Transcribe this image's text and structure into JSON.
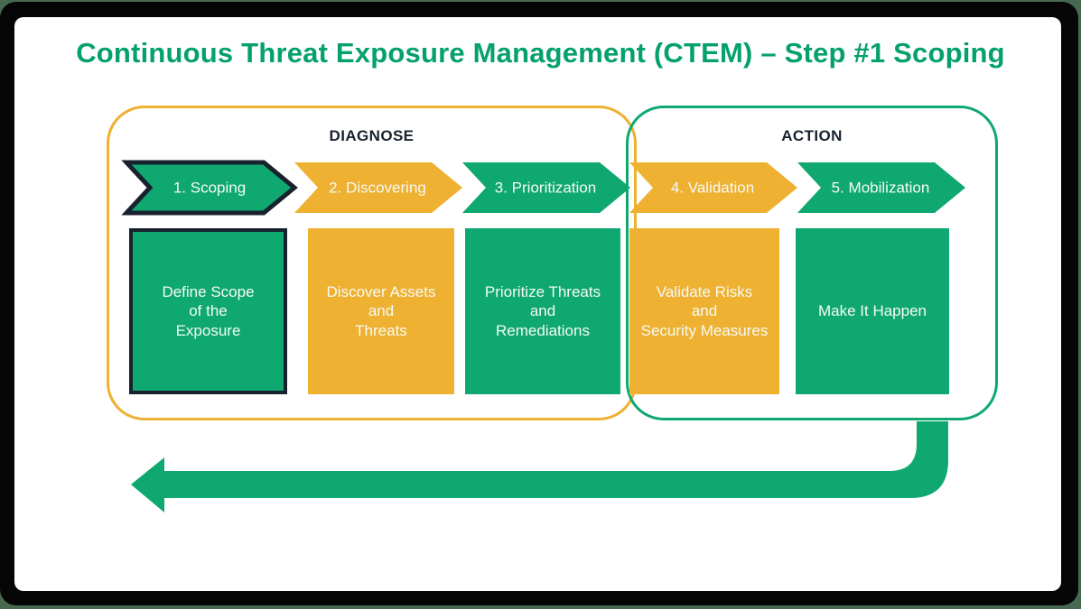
{
  "title": "Continuous Threat Exposure Management (CTEM) – Step #1 Scoping",
  "colors": {
    "green": "#0FA870",
    "orange": "#EEB131",
    "dark_navy": "#18222E",
    "title_green": "#05A16B",
    "frame_black": "#060606",
    "frame_green_edge": "#47694F",
    "text_light": "#F5FAF7"
  },
  "groups": [
    {
      "label": "DIAGNOSE",
      "color": "orange",
      "steps_covered": [
        "1. Scoping",
        "2. Discovering",
        "3. Prioritization"
      ]
    },
    {
      "label": "ACTION",
      "color": "green",
      "steps_covered": [
        "4. Validation",
        "5. Mobilization"
      ]
    }
  ],
  "steps": [
    {
      "label": "1. Scoping",
      "color": "green",
      "highlighted": true,
      "description": "Define Scope\nof the\nExposure"
    },
    {
      "label": "2. Discovering",
      "color": "orange",
      "highlighted": false,
      "description": "Discover Assets\nand\nThreats"
    },
    {
      "label": "3. Prioritization",
      "color": "green",
      "highlighted": false,
      "description": "Prioritize Threats\nand\nRemediations"
    },
    {
      "label": "4. Validation",
      "color": "orange",
      "highlighted": false,
      "description": "Validate Risks\nand\nSecurity Measures"
    },
    {
      "label": "5. Mobilization",
      "color": "green",
      "highlighted": false,
      "description": "Make It Happen"
    }
  ]
}
